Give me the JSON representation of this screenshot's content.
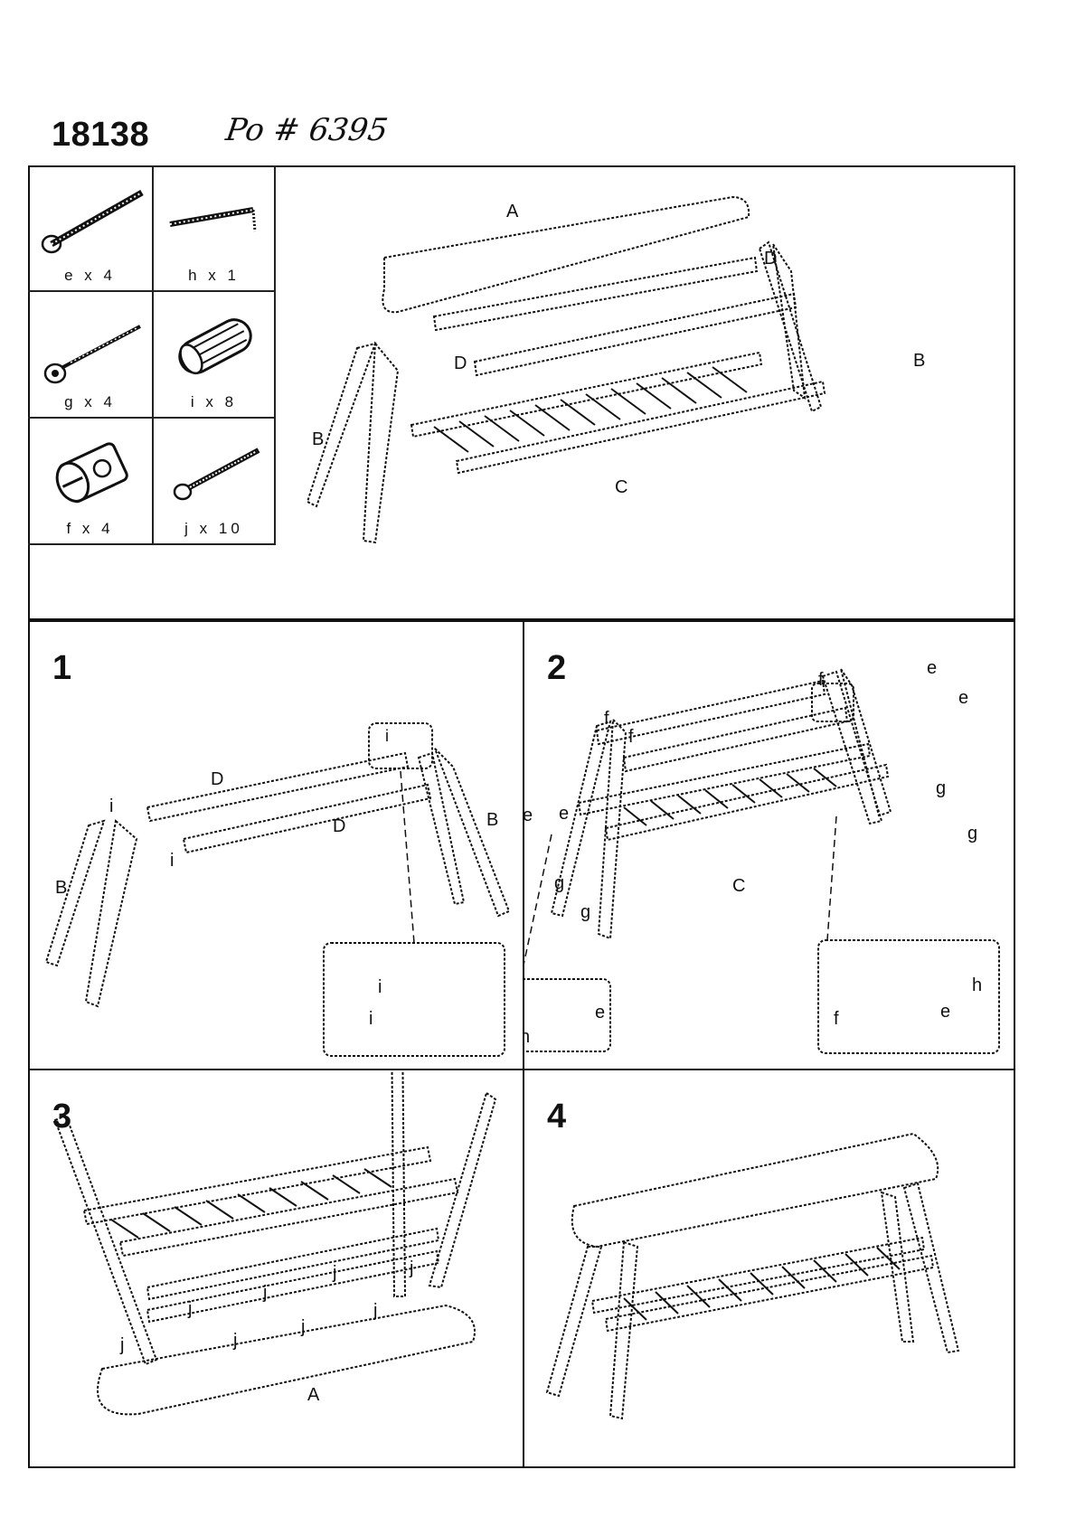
{
  "header": {
    "model_number": "18138",
    "po_note": "Po # 6395"
  },
  "hardware": [
    {
      "name": "e",
      "label": "e x 4",
      "icon": "long-bolt-icon"
    },
    {
      "name": "h",
      "label": "h x 1",
      "icon": "allen-key-icon"
    },
    {
      "name": "g",
      "label": "g x 4",
      "icon": "screw-icon"
    },
    {
      "name": "i",
      "label": "i x 8",
      "icon": "wooden-dowel-icon"
    },
    {
      "name": "f",
      "label": "f x 4",
      "icon": "barrel-nut-icon"
    },
    {
      "name": "j",
      "label": "j x 10",
      "icon": "wood-screw-icon"
    }
  ],
  "exploded_parts": {
    "a": "A",
    "b": "B",
    "c": "C",
    "d": "D"
  },
  "steps": [
    {
      "number": "1",
      "labels": {
        "d": "D",
        "b": "B",
        "i": "i"
      }
    },
    {
      "number": "2",
      "labels": {
        "e": "e",
        "f": "f",
        "g": "g",
        "c": "C",
        "h": "h"
      }
    },
    {
      "number": "3",
      "labels": {
        "a": "A",
        "j": "j"
      }
    },
    {
      "number": "4"
    }
  ]
}
